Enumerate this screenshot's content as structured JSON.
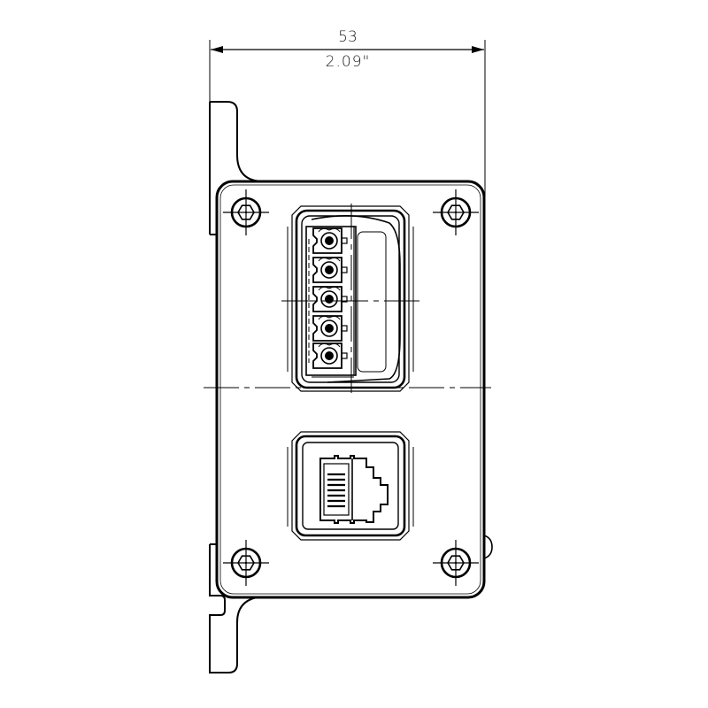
{
  "drawing": {
    "type": "technical-drawing-front-view",
    "subject": "panel mount connector plate with 5-pin terminal block and RJ45 port",
    "dimension": {
      "value_mm": "53",
      "value_in": "2.09\""
    },
    "components": [
      {
        "name": "terminal-block",
        "pins": 5
      },
      {
        "name": "rj45-port"
      },
      {
        "name": "mounting-screw",
        "count": 4
      }
    ],
    "colors": {
      "line": "#000000",
      "background": "#ffffff"
    }
  }
}
